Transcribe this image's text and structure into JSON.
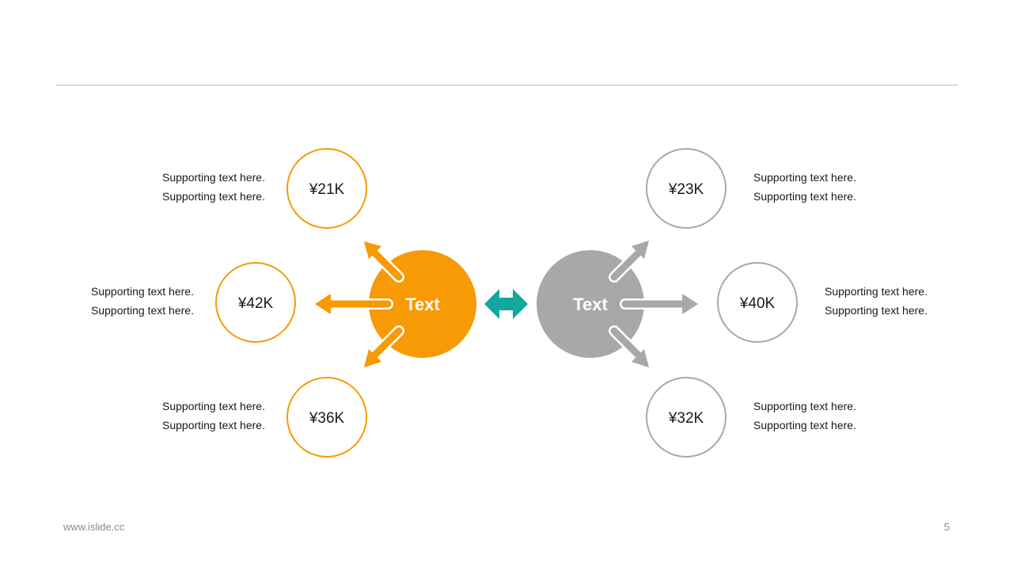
{
  "colors": {
    "orange": "#F79A06",
    "gray": "#A8A8A8",
    "teal": "#13A89E"
  },
  "left_hub": {
    "label": "Text"
  },
  "right_hub": {
    "label": "Text"
  },
  "left_nodes": [
    {
      "value": "¥21K",
      "lines": [
        "Supporting text here.",
        "Supporting text here."
      ]
    },
    {
      "value": "¥42K",
      "lines": [
        "Supporting text here.",
        "Supporting text here."
      ]
    },
    {
      "value": "¥36K",
      "lines": [
        "Supporting text here.",
        "Supporting text here."
      ]
    }
  ],
  "right_nodes": [
    {
      "value": "¥23K",
      "lines": [
        "Supporting text here.",
        "Supporting text here."
      ]
    },
    {
      "value": "¥40K",
      "lines": [
        "Supporting text here.",
        "Supporting text here."
      ]
    },
    {
      "value": "¥32K",
      "lines": [
        "Supporting text here.",
        "Supporting text here."
      ]
    }
  ],
  "footer": {
    "url": "www.islide.cc",
    "page": "5"
  }
}
